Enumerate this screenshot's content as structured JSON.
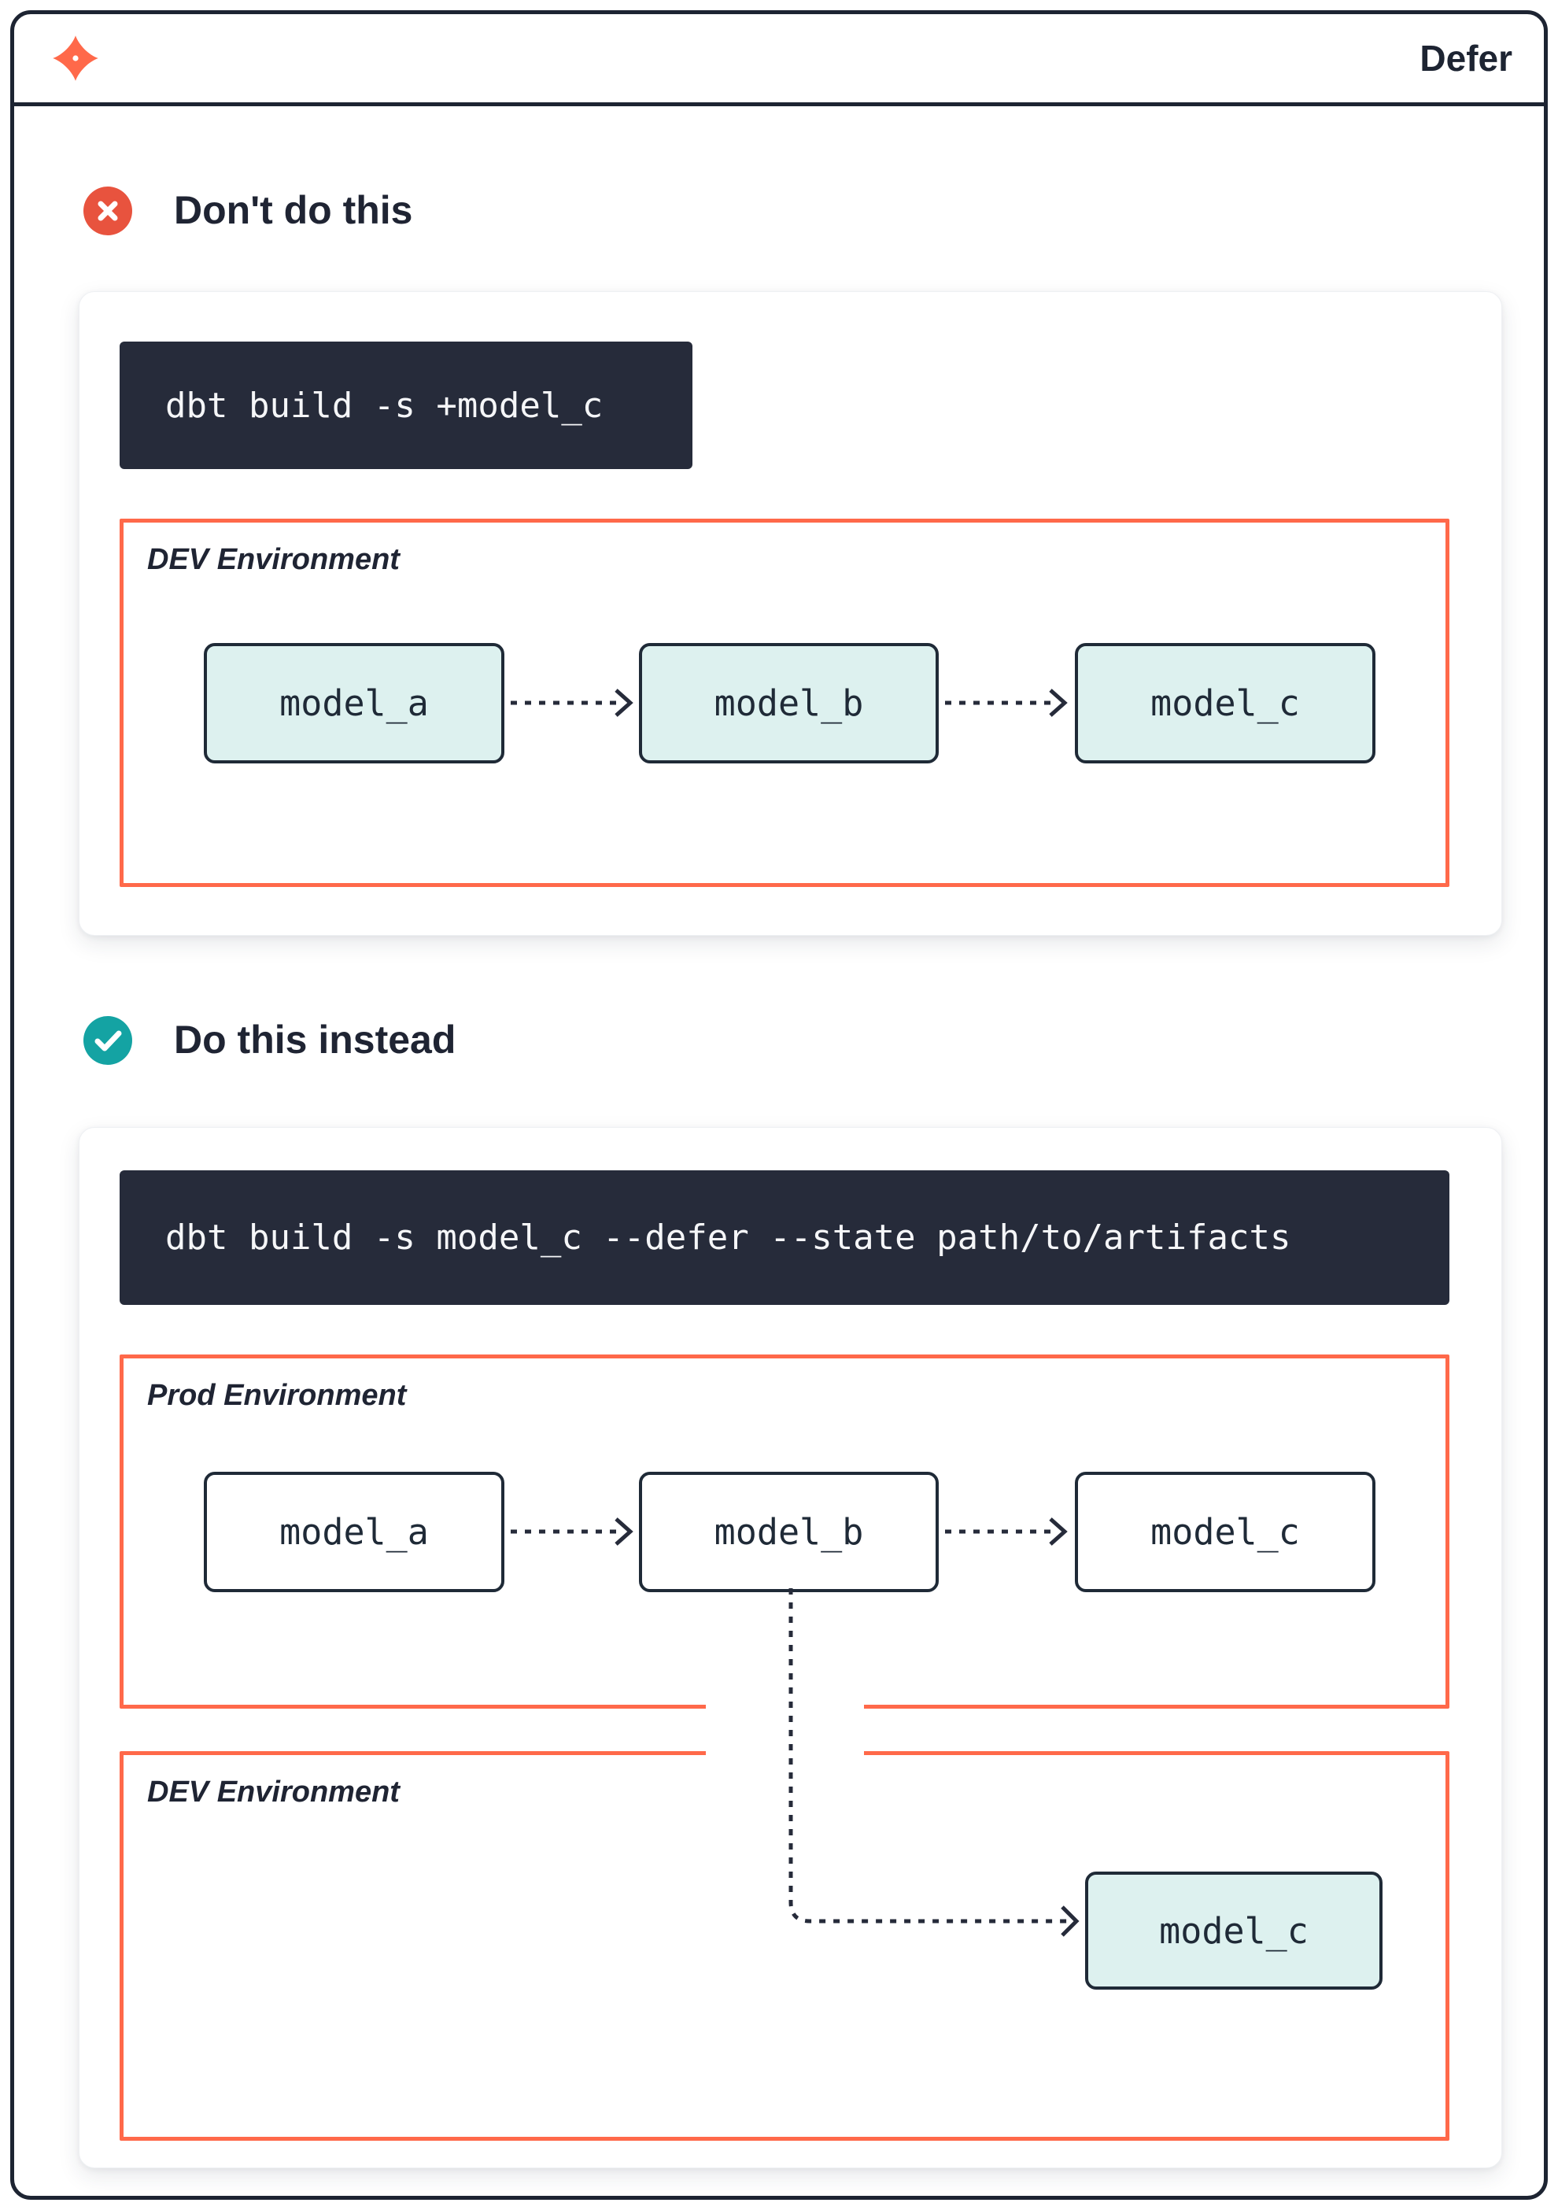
{
  "header": {
    "title": "Defer",
    "logo": "dbt-logo"
  },
  "sections": {
    "dont": {
      "icon": "x-circle-icon",
      "heading": "Don't do this",
      "command": "dbt build -s +model_c",
      "environment": {
        "label": "DEV Environment",
        "nodes": [
          {
            "label": "model_a"
          },
          {
            "label": "model_b"
          },
          {
            "label": "model_c"
          }
        ]
      }
    },
    "do": {
      "icon": "check-circle-icon",
      "heading": "Do this instead",
      "command": "dbt build -s model_c --defer --state path/to/artifacts",
      "prod_environment": {
        "label": "Prod Environment",
        "nodes": [
          {
            "label": "model_a"
          },
          {
            "label": "model_b"
          },
          {
            "label": "model_c"
          }
        ]
      },
      "dev_environment": {
        "label": "DEV Environment",
        "nodes": [
          {
            "label": "model_c"
          }
        ]
      }
    }
  },
  "colors": {
    "accent_orange": "#FF694A",
    "dark_navy": "#1D2432",
    "code_background": "#262B3A",
    "node_fill_mint": "#DDF1EF",
    "check_teal": "#14A3A3",
    "x_red": "#E8533E"
  }
}
